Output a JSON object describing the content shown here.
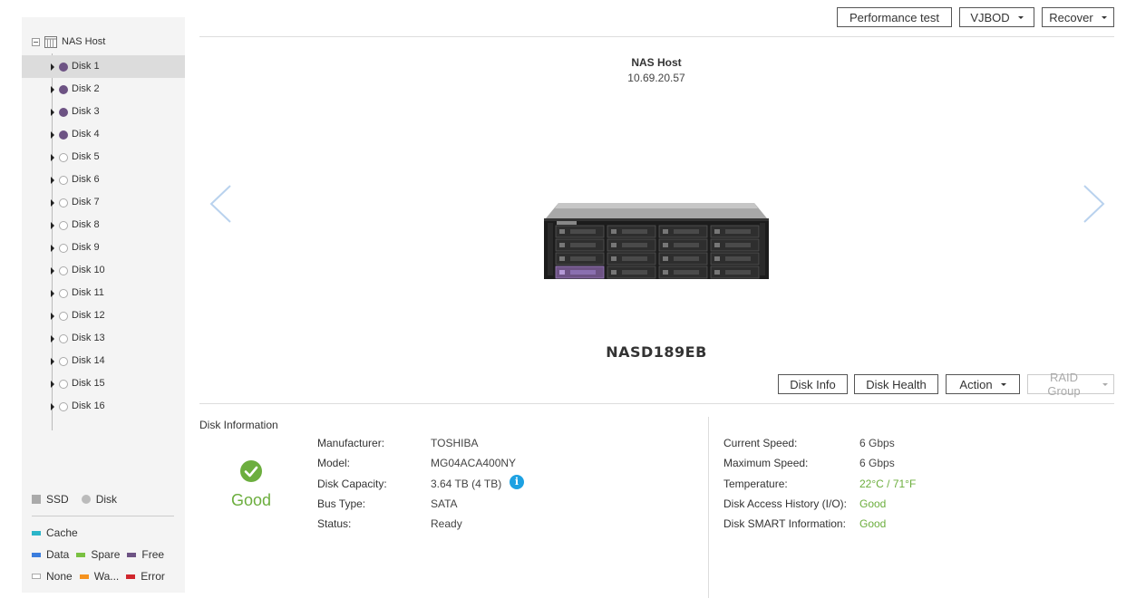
{
  "toolbar": {
    "performance_test": "Performance test",
    "vjbod": "VJBOD",
    "recover": "Recover"
  },
  "tree": {
    "root_label": "NAS Host",
    "disks": [
      {
        "label": "Disk 1",
        "state": "filled",
        "selected": true
      },
      {
        "label": "Disk 2",
        "state": "filled",
        "selected": false
      },
      {
        "label": "Disk 3",
        "state": "filled",
        "selected": false
      },
      {
        "label": "Disk 4",
        "state": "filled",
        "selected": false
      },
      {
        "label": "Disk 5",
        "state": "empty",
        "selected": false
      },
      {
        "label": "Disk 6",
        "state": "empty",
        "selected": false
      },
      {
        "label": "Disk 7",
        "state": "empty",
        "selected": false
      },
      {
        "label": "Disk 8",
        "state": "empty",
        "selected": false
      },
      {
        "label": "Disk 9",
        "state": "empty",
        "selected": false
      },
      {
        "label": "Disk 10",
        "state": "empty",
        "selected": false
      },
      {
        "label": "Disk 11",
        "state": "empty",
        "selected": false
      },
      {
        "label": "Disk 12",
        "state": "empty",
        "selected": false
      },
      {
        "label": "Disk 13",
        "state": "empty",
        "selected": false
      },
      {
        "label": "Disk 14",
        "state": "empty",
        "selected": false
      },
      {
        "label": "Disk 15",
        "state": "empty",
        "selected": false
      },
      {
        "label": "Disk 16",
        "state": "empty",
        "selected": false
      }
    ]
  },
  "legend": {
    "ssd": "SSD",
    "disk": "Disk",
    "cache": "Cache",
    "data": "Data",
    "spare": "Spare",
    "free": "Free",
    "none": "None",
    "warning": "Wa...",
    "error": "Error",
    "colors": {
      "cache": "#2bb5c9",
      "data": "#3b7ddd",
      "spare": "#7ac142",
      "free": "#6d5384",
      "warning": "#f5921e",
      "error": "#d0262d"
    }
  },
  "host": {
    "title": "NAS Host",
    "ip": "10.69.20.57",
    "device_name": "NASD189EB"
  },
  "disk_actions": {
    "disk_info": "Disk Info",
    "disk_health": "Disk Health",
    "action": "Action",
    "raid_group": "RAID Group"
  },
  "disk_information": {
    "title": "Disk Information",
    "status_text": "Good",
    "left_fields": [
      {
        "label": "Manufacturer:",
        "value": "TOSHIBA"
      },
      {
        "label": "Model:",
        "value": "MG04ACA400NY"
      },
      {
        "label": "Disk Capacity:",
        "value": "3.64 TB (4 TB)"
      },
      {
        "label": "Bus Type:",
        "value": "SATA"
      },
      {
        "label": "Status:",
        "value": "Ready"
      }
    ],
    "right_fields": [
      {
        "label": "Current Speed:",
        "value": "6 Gbps"
      },
      {
        "label": "Maximum Speed:",
        "value": "6 Gbps"
      },
      {
        "label": "Temperature:",
        "value": "22°C / 71°F"
      },
      {
        "label": "Disk Access History (I/O):",
        "value": "Good"
      },
      {
        "label": "Disk SMART Information:",
        "value": "Good"
      }
    ],
    "info_icon_glyph": "i"
  }
}
